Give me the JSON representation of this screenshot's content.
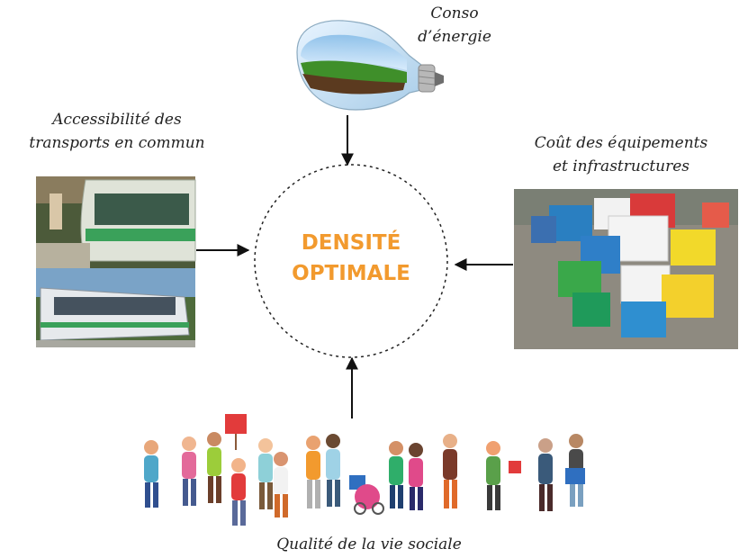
{
  "center": {
    "line1": "DENSITÉ",
    "line2": "OPTIMALE"
  },
  "labels": {
    "energy": [
      "Conso",
      "d’énergie"
    ],
    "transport": [
      "Accessibilité des",
      "transports en commun"
    ],
    "cost": [
      "Coût des équipements",
      "et infrastructures"
    ],
    "social": [
      "Qualité de la vie sociale"
    ]
  },
  "colors": {
    "accent": "#f29a2e",
    "arrow": "#111111",
    "circle": "#222222"
  }
}
